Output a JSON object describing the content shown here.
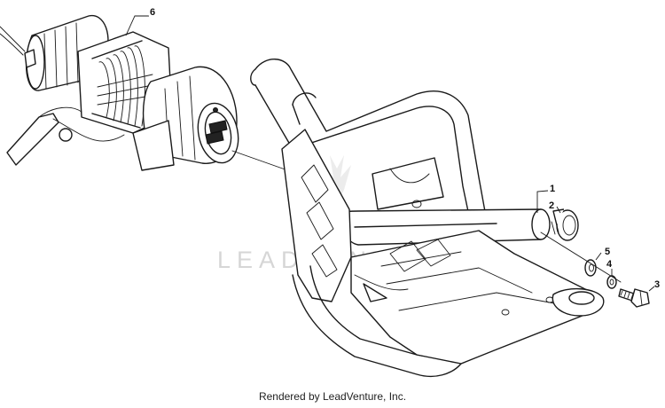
{
  "watermark": "LEADVENTURE",
  "callouts": [
    {
      "number": "1",
      "part": "tube"
    },
    {
      "number": "2",
      "part": "cap"
    },
    {
      "number": "3",
      "part": "bolt"
    },
    {
      "number": "4",
      "part": "lock-washer"
    },
    {
      "number": "5",
      "part": "washer"
    },
    {
      "number": "6",
      "part": "winch"
    }
  ],
  "footer": "Rendered by LeadVenture, Inc."
}
